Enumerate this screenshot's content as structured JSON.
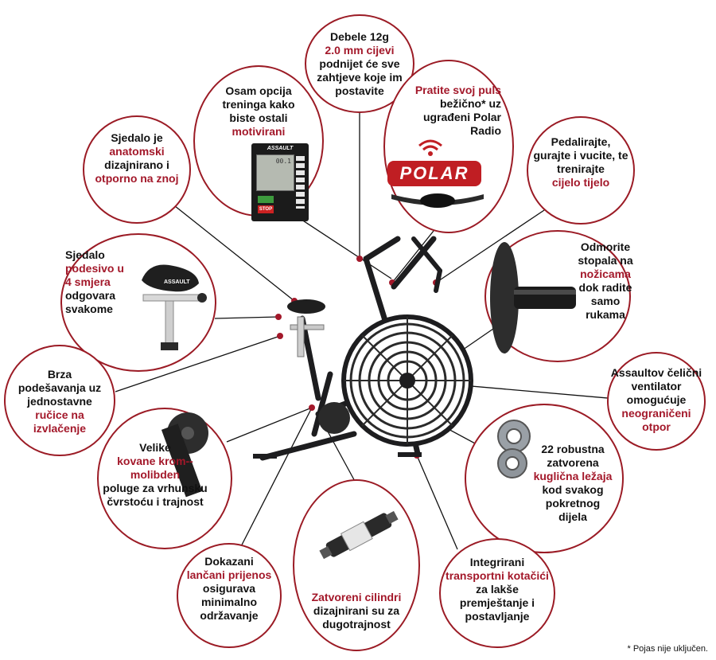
{
  "note": "* Pojas nije uključen.",
  "brand": {
    "assault": "ASSAULT",
    "polar": "POLAR"
  },
  "console": {
    "stop": "STOP",
    "value": "00.1"
  },
  "callouts": {
    "frame": {
      "t1": "Debele 12g",
      "r1": "2.0 mm cijevi",
      "t2": "podnijet će sve zahtjeve koje im postavite"
    },
    "programs": {
      "t1": "Osam opcija treninga kako biste ostali",
      "r1": "motivirani"
    },
    "polar": {
      "r1": "Pratite svoj puls",
      "t1": "bežično* uz ugrađeni Polar Radio"
    },
    "seat": {
      "t1": "Sjedalo je",
      "r1": "anatomski",
      "t2": "dizajnirano i",
      "r2": "otporno na znoj"
    },
    "fullbody": {
      "t1": "Pedalirajte, gurajte i vucite, te trenirajte",
      "r1": "cijelo tijelo"
    },
    "adjust": {
      "t1": "Sjedalo",
      "r1": "podesivo u 4 smjera",
      "t2": "odgovara svakome"
    },
    "pegs": {
      "t1": "Odmorite stopala na",
      "r1": "nožicama",
      "t2": "dok radite samo rukama"
    },
    "quick": {
      "t1": "Brza podešavanja uz jednostavne",
      "r1": "ručice na izvlačenje"
    },
    "fan": {
      "t1": "Assaultov čelični ventilator omogućuje",
      "r1": "neograničeni otpor"
    },
    "cranks": {
      "t1": "Velike",
      "r1": "kovane krom--molibden",
      "t2": "poluge za vrhunsku čvrstoću i trajnost"
    },
    "bearings": {
      "t1": "22 robustna zatvorena",
      "r1": "kuglična ležaja",
      "t2": "kod svakog pokretnog dijela"
    },
    "chain": {
      "t1": "Dokazani",
      "r1": "lančani prijenos",
      "t2": "osigurava minimalno održavanje"
    },
    "cylinder": {
      "r1": "Zatvoreni cilindri",
      "t1": "dizajnirani su za dugotrajnost"
    },
    "wheels": {
      "t1": "Integrirani",
      "r1": "transportni kotačići",
      "t2": "za lakše premještanje i postavljanje"
    }
  }
}
